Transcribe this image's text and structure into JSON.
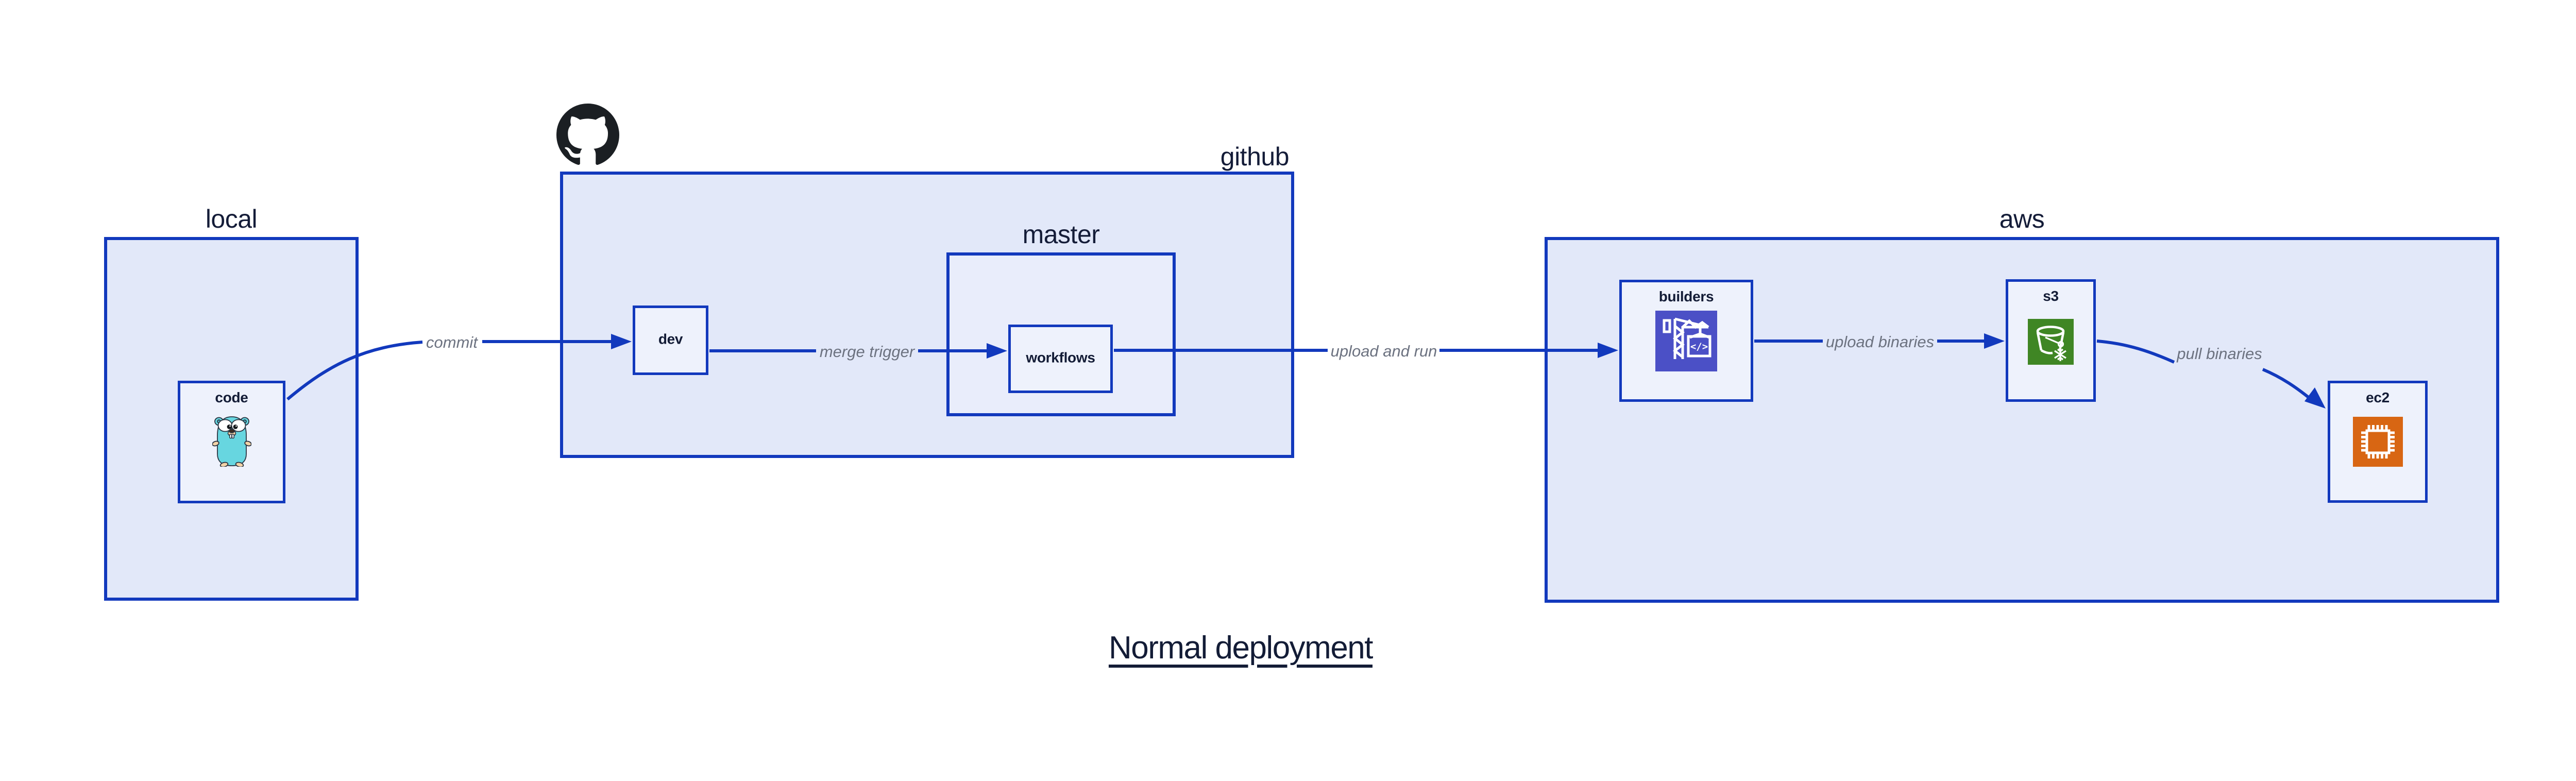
{
  "title": "Normal deployment",
  "groups": {
    "local": {
      "label": "local"
    },
    "github": {
      "label": "github"
    },
    "master": {
      "label": "master"
    },
    "aws": {
      "label": "aws"
    }
  },
  "nodes": {
    "code": {
      "label": "code",
      "icon": "go-gopher-icon"
    },
    "dev": {
      "label": "dev"
    },
    "workflows": {
      "label": "workflows"
    },
    "builders": {
      "label": "builders",
      "icon": "aws-codebuild-icon"
    },
    "s3": {
      "label": "s3",
      "icon": "aws-s3-glacier-icon"
    },
    "ec2": {
      "label": "ec2",
      "icon": "aws-ec2-icon"
    }
  },
  "edges": {
    "commit": {
      "label": "commit",
      "from": "code",
      "to": "dev"
    },
    "merge_trigger": {
      "label": "merge trigger",
      "from": "dev",
      "to": "workflows"
    },
    "upload_and_run": {
      "label": "upload and run",
      "from": "github",
      "to": "builders"
    },
    "upload_binaries": {
      "label": "upload binaries",
      "from": "builders",
      "to": "s3"
    },
    "pull_binaries": {
      "label": "pull binaries",
      "from": "s3",
      "to": "ec2"
    }
  },
  "icons": {
    "codebuild_glyph": "</>"
  },
  "colors": {
    "border_blue": "#1239bd",
    "group_fill": "#e2e8f9",
    "master_fill": "#e9edfb",
    "leaf_fill": "#eef2fc",
    "label_navy": "#131c36",
    "edge_label_gray": "#6c7280",
    "codebuild_purple": "#4b50c6",
    "s3_green": "#3f8624",
    "ec2_orange": "#d86613",
    "github_black": "#1b1f23",
    "gopher_teal": "#67d6e0",
    "gopher_tan": "#f2d3a7"
  }
}
